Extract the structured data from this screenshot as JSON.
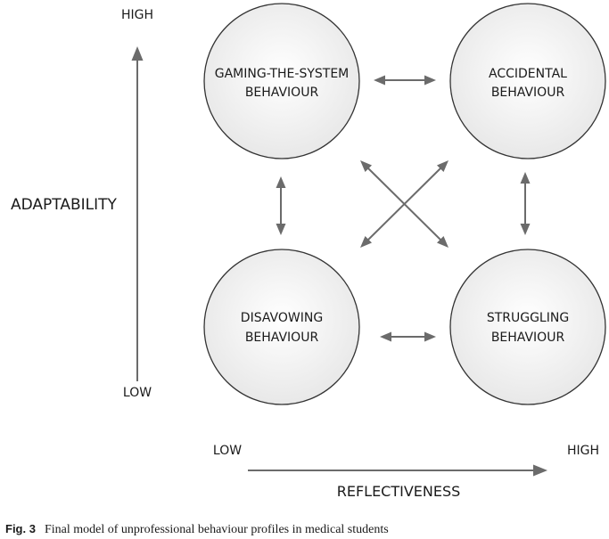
{
  "y_axis": {
    "title": "ADAPTABILITY",
    "high_label": "HIGH",
    "low_label": "LOW"
  },
  "x_axis": {
    "title": "REFLECTIVENESS",
    "high_label": "HIGH",
    "low_label": "LOW"
  },
  "nodes": {
    "gaming": {
      "line1": "GAMING-THE-SYSTEM",
      "line2": "BEHAVIOUR"
    },
    "accidental": {
      "line1": "ACCIDENTAL",
      "line2": "BEHAVIOUR"
    },
    "disavowing": {
      "line1": "DISAVOWING",
      "line2": "BEHAVIOUR"
    },
    "struggling": {
      "line1": "STRUGGLING",
      "line2": "BEHAVIOUR"
    }
  },
  "caption": {
    "label": "Fig. 3",
    "text": "Final model of unprofessional behaviour profiles in medical students"
  },
  "colors": {
    "circle_fill_inner": "#ffffff",
    "circle_fill_outer": "#e6e6e6",
    "circle_stroke": "#333333",
    "arrow": "#6b6b6b"
  }
}
